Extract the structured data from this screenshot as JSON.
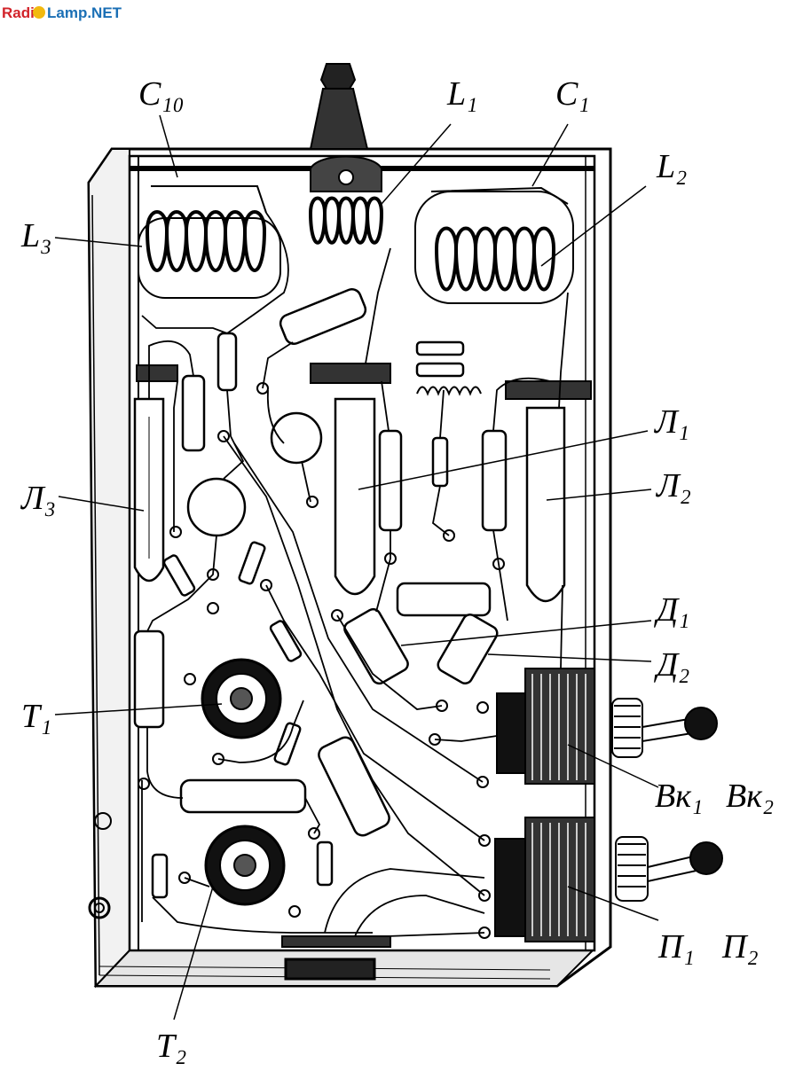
{
  "watermark": {
    "part1": "Radi",
    "part2": "Lamp.NET",
    "color1": "#d2232a",
    "color2": "#1a6fb5"
  },
  "labels": {
    "c10": "C₁₀",
    "l1": "L₁",
    "c1": "C₁",
    "l2": "L₂",
    "l3": "L₃",
    "lamp3": "Л₃",
    "lamp1": "Л₁",
    "lamp2": "Л₂",
    "d1": "Д₁",
    "d2": "Д₂",
    "t1": "Т₁",
    "t2": "Т₂",
    "vk1": "Вк₁",
    "vk2": "Вк₂",
    "p1": "П₁",
    "p2": "П₂"
  },
  "colors": {
    "ink": "#000000",
    "paper": "#ffffff"
  },
  "icons": {
    "watermark_bulb": "lamp-icon"
  }
}
